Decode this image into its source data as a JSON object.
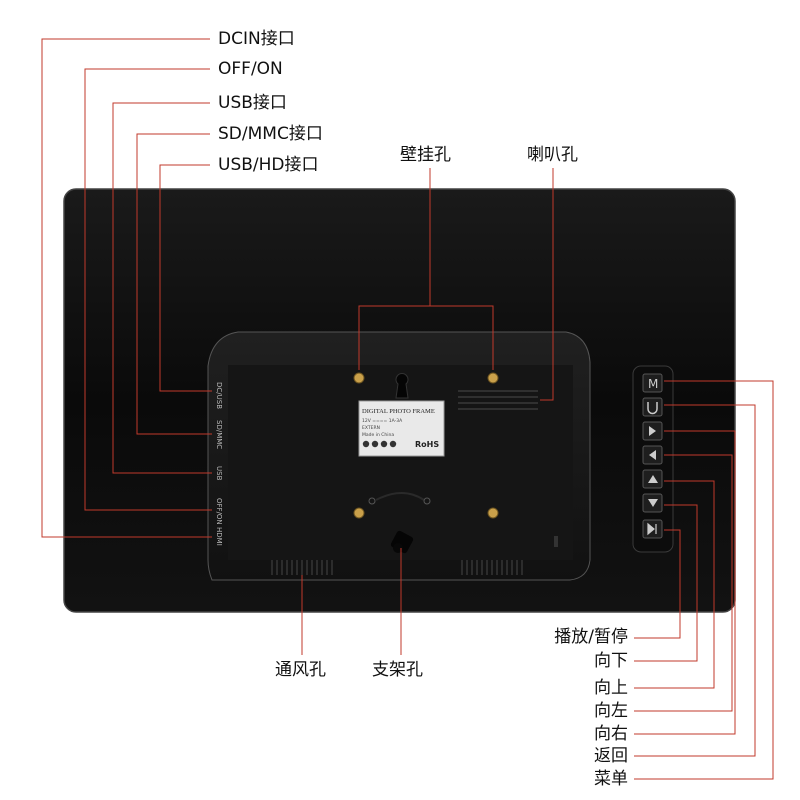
{
  "labels": {
    "dcin": "DCIN接口",
    "offon": "OFF/ON",
    "usb": "USB接口",
    "sdmmc": "SD/MMC接口",
    "usbhd": "USB/HD接口",
    "wall_hole": "壁挂孔",
    "speaker_hole": "喇叭孔",
    "vent_hole": "通风孔",
    "stand_hole": "支架孔",
    "play_pause": "播放/暂停",
    "down": "向下",
    "up": "向上",
    "left": "向左",
    "right": "向右",
    "back": "返回",
    "menu": "菜单"
  },
  "sticker": {
    "title": "DIGITAL PHOTO FRAME",
    "line1": "12V ==== 1A-3A",
    "line2": "EXTERN",
    "line3": "Made in China",
    "certs": "RoHS"
  },
  "port_texts": [
    "DC/USB",
    "SD/MMC",
    "USB",
    "OFF/ON",
    "HDMI"
  ],
  "colors": {
    "frame": "#0b0b0b",
    "panel": "#161616",
    "leader": "#c0392b"
  }
}
